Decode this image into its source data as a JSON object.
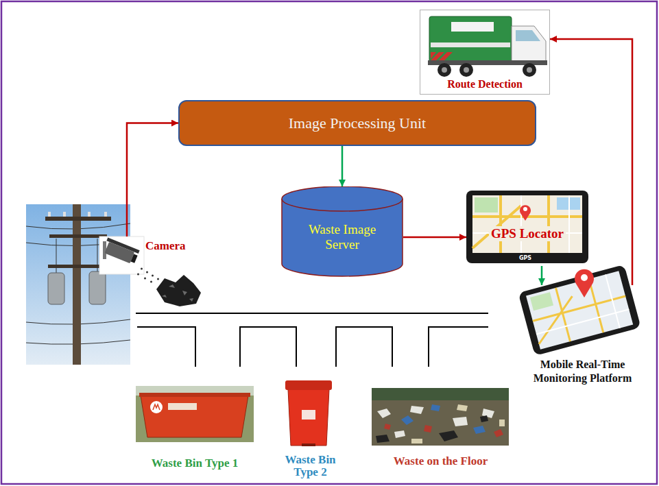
{
  "diagram": {
    "nodes": [
      {
        "text": [
          "Route Detection"
        ]
      },
      {
        "text": [
          "Image Processing Unit"
        ]
      },
      {
        "text": [
          "Camera"
        ]
      },
      {
        "text": [
          "Waste Image Server"
        ]
      },
      {
        "text": [
          "GPS Locator"
        ]
      },
      {
        "text": [
          "Mobile Real-Time Monitoring Platform"
        ]
      },
      {
        "text": [
          "Waste Bin Type 1"
        ]
      },
      {
        "text": [
          "Waste Bin Type 2"
        ]
      },
      {
        "text": [
          "Waste on the Floor"
        ]
      }
    ],
    "edges": [
      {
        "from": 2,
        "to": 1,
        "arrow": "to"
      },
      {
        "from": 1,
        "to": 3,
        "arrow": "to"
      },
      {
        "from": 3,
        "to": 4,
        "arrow": "to"
      },
      {
        "from": 4,
        "to": 5,
        "arrow": "to"
      },
      {
        "from": 5,
        "to": 0,
        "arrow": "to"
      }
    ],
    "labels": [
      "GPS"
    ]
  }
}
